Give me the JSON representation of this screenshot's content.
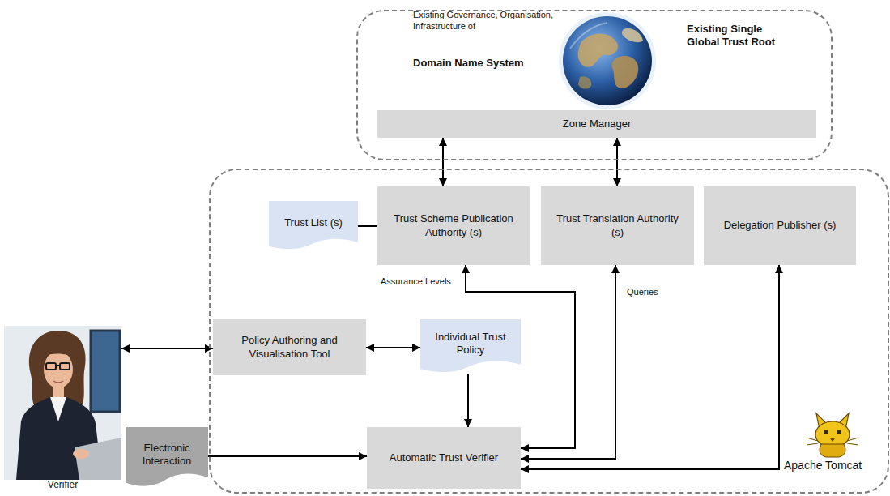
{
  "diagram": {
    "nodes": [
      {
        "text": [
          "Existing Governance, Organisation, Infrastructure of",
          "Domain Name System",
          "Existing Single Global Trust Root"
        ]
      },
      {
        "text": [
          "Zone Manager"
        ],
        "in": 0
      },
      {
        "text": [
          "Apache Tomcat"
        ]
      },
      {
        "text": [
          "Trust List (s)"
        ],
        "in": 2
      },
      {
        "text": [
          "Trust Scheme Publication Authority (s)"
        ],
        "in": 2
      },
      {
        "text": [
          "Trust Translation Authority (s)"
        ],
        "in": 2
      },
      {
        "text": [
          "Delegation Publisher (s)"
        ],
        "in": 2
      },
      {
        "text": [
          "Policy Authoring and Visualisation Tool"
        ],
        "in": 2
      },
      {
        "text": [
          "Individual Trust Policy"
        ],
        "in": 2
      },
      {
        "text": [
          "Automatic Trust Verifier"
        ],
        "in": 2
      },
      {
        "text": [
          "Verifier"
        ]
      },
      {
        "text": [
          "Electronic Interaction"
        ]
      }
    ],
    "edges": [
      {
        "from": 1,
        "to": 4,
        "arrow": "both"
      },
      {
        "from": 1,
        "to": 5,
        "arrow": "both"
      },
      {
        "from": 3,
        "to": 4,
        "arrow": "none"
      },
      {
        "from": 10,
        "to": 7,
        "arrow": "both"
      },
      {
        "from": 7,
        "to": 8,
        "arrow": "both"
      },
      {
        "from": 8,
        "to": 9,
        "arrow": "to"
      },
      {
        "from": 11,
        "to": 9,
        "arrow": "to"
      },
      {
        "from": 9,
        "to": 4,
        "label": "Assurance Levels",
        "arrow": "both"
      },
      {
        "from": 9,
        "to": 5,
        "label": "Queries",
        "arrow": "both"
      },
      {
        "from": 9,
        "to": 6,
        "arrow": "both"
      }
    ]
  }
}
